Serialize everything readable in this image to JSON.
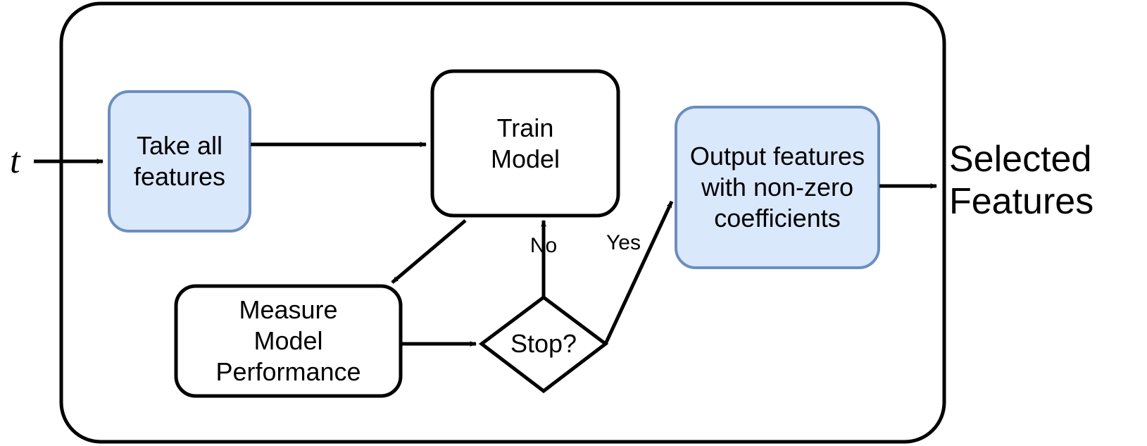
{
  "diagram": {
    "title": "Embedded feature selection flowchart",
    "colors": {
      "highlight_fill": "#dae8fc",
      "highlight_stroke": "#6c8ebf",
      "plain_fill": "#ffffff",
      "plain_stroke": "#000000",
      "text": "#000000",
      "background": "#ffffff"
    },
    "input": {
      "symbol": "t"
    },
    "output": {
      "text": "Selected\nFeatures"
    },
    "nodes": [
      {
        "id": "take-all-features",
        "label": "Take all\nfeatures",
        "shape": "rounded-rect",
        "fill": "#dae8fc",
        "stroke": "#6c8ebf"
      },
      {
        "id": "train-model",
        "label": "Train\nModel",
        "shape": "rounded-rect",
        "fill": "#ffffff",
        "stroke": "#000000"
      },
      {
        "id": "measure-model-performance",
        "label": "Measure\nModel\nPerformance",
        "shape": "rounded-rect",
        "fill": "#ffffff",
        "stroke": "#000000"
      },
      {
        "id": "stop-decision",
        "label": "Stop?",
        "shape": "diamond",
        "fill": "#ffffff",
        "stroke": "#000000"
      },
      {
        "id": "output-features",
        "label": "Output features\nwith non-zero\ncoefficients",
        "shape": "rounded-rect",
        "fill": "#dae8fc",
        "stroke": "#6c8ebf"
      }
    ],
    "edges": [
      {
        "id": "input-to-take-all",
        "from": "input",
        "to": "take-all-features",
        "label": ""
      },
      {
        "id": "take-all-to-train",
        "from": "take-all-features",
        "to": "train-model",
        "label": ""
      },
      {
        "id": "train-to-measure",
        "from": "train-model",
        "to": "measure-model-performance",
        "label": ""
      },
      {
        "id": "measure-to-stop",
        "from": "measure-model-performance",
        "to": "stop-decision",
        "label": ""
      },
      {
        "id": "stop-no-to-train",
        "from": "stop-decision",
        "to": "train-model",
        "label": "No"
      },
      {
        "id": "stop-yes-to-output",
        "from": "stop-decision",
        "to": "output-features",
        "label": "Yes"
      },
      {
        "id": "output-to-selected",
        "from": "output-features",
        "to": "output",
        "label": ""
      }
    ],
    "container": {
      "id": "algorithm-boundary",
      "shape": "rounded-rect",
      "stroke": "#000000",
      "fill": "none"
    }
  }
}
